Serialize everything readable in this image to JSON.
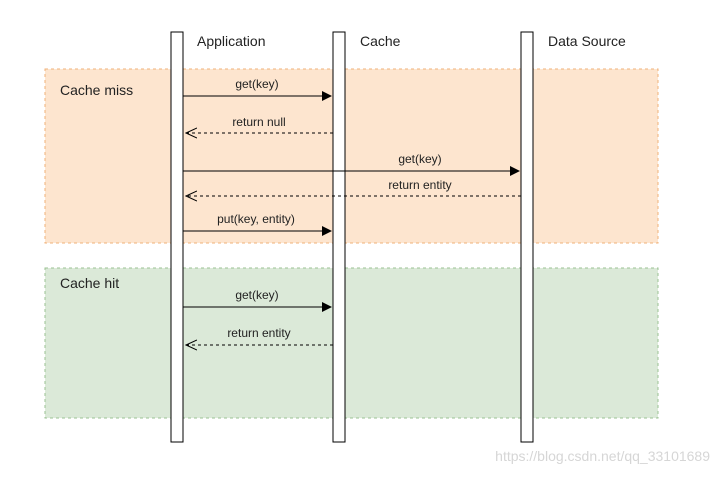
{
  "participants": {
    "application": "Application",
    "cache": "Cache",
    "data_source": "Data Source"
  },
  "groups": {
    "cache_miss": "Cache miss",
    "cache_hit": "Cache hit"
  },
  "messages": [
    {
      "label": "get(key)",
      "from": "application",
      "to": "cache",
      "style": "solid"
    },
    {
      "label": "return null",
      "from": "cache",
      "to": "application",
      "style": "dashed"
    },
    {
      "label": "get(key)",
      "from": "application",
      "to": "data_source",
      "style": "solid"
    },
    {
      "label": "return entity",
      "from": "data_source",
      "to": "application",
      "style": "dashed"
    },
    {
      "label": "put(key, entity)",
      "from": "application",
      "to": "cache",
      "style": "solid"
    },
    {
      "label": "get(key)",
      "from": "application",
      "to": "cache",
      "style": "solid"
    },
    {
      "label": "return entity",
      "from": "cache",
      "to": "application",
      "style": "dashed"
    }
  ],
  "watermark": "https://blog.csdn.net/qq_33101689",
  "colors": {
    "miss_fill": "#fde5cf",
    "miss_border": "#f0b27a",
    "hit_fill": "#dbe9d8",
    "hit_border": "#9bc293",
    "line": "#000000"
  }
}
